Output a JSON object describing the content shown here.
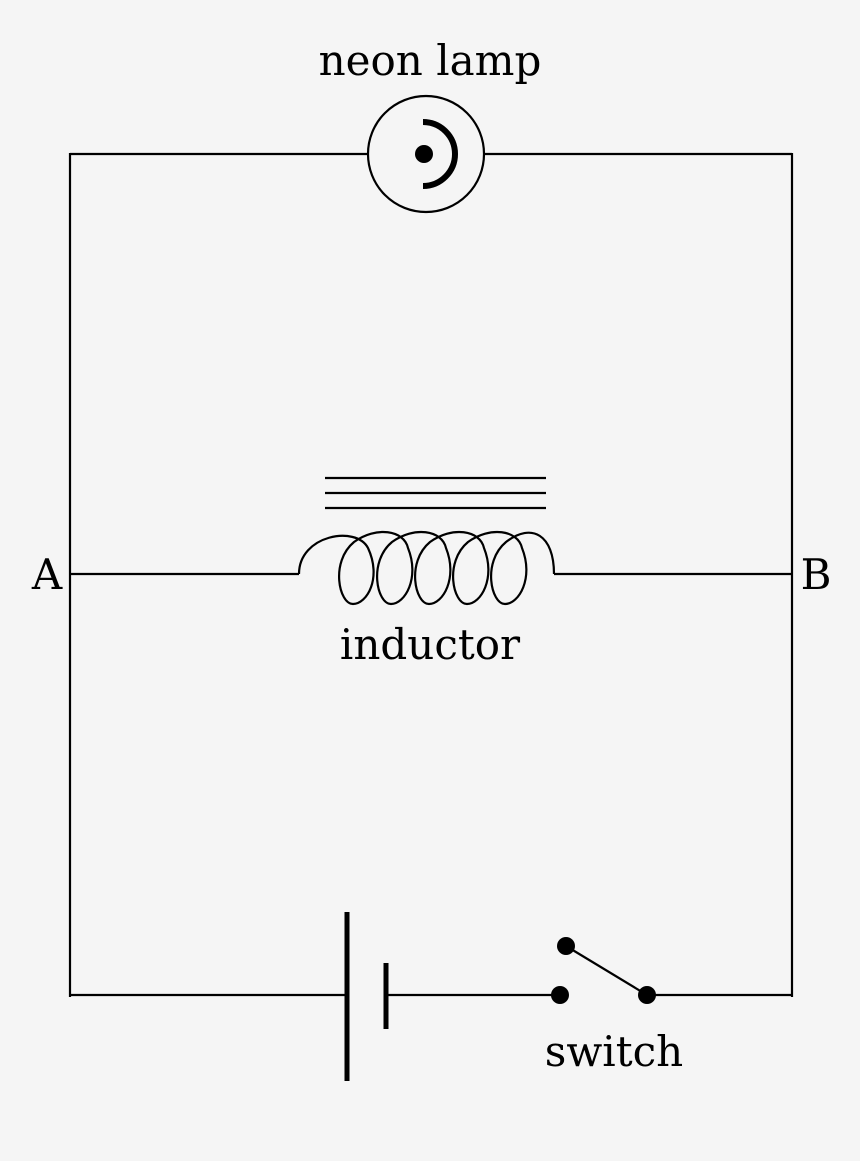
{
  "labels": {
    "lamp": "neon lamp",
    "inductor": "inductor",
    "switch": "switch",
    "node_a": "A",
    "node_b": "B"
  },
  "colors": {
    "background": "#f5f5f5",
    "ink": "#000000"
  }
}
